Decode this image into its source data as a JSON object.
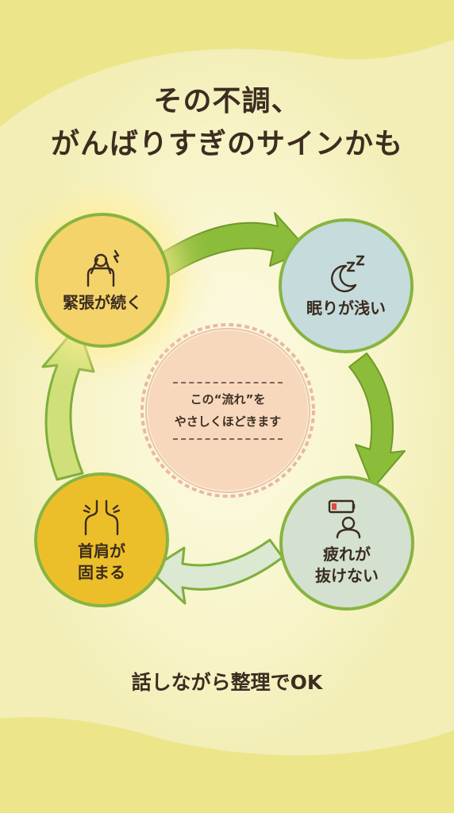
{
  "title": {
    "line1": "その不調、",
    "line2": "がんばりすぎのサインかも"
  },
  "cycle": {
    "nodes": [
      {
        "line1": "緊張が続く",
        "line2": "",
        "icon": "stressed-person-icon"
      },
      {
        "line1": "眠りが浅い",
        "line2": "",
        "icon": "moon-sleep-icon"
      },
      {
        "line1": "疲れが",
        "line2": "抜けない",
        "icon": "low-battery-person-icon"
      },
      {
        "line1": "首肩が",
        "line2": "固まる",
        "icon": "stiff-shoulders-icon"
      }
    ],
    "center": {
      "line1": "この“流れ”を",
      "line2": "やさしくほどきます"
    }
  },
  "footer": "話しながら整理でOK",
  "colors": {
    "background": "#ece58a",
    "arrow_green": "#8bbd3a",
    "arrow_light": "#cfe07a",
    "arrow_pale": "#dbe8d2",
    "text": "#3c2d20"
  }
}
